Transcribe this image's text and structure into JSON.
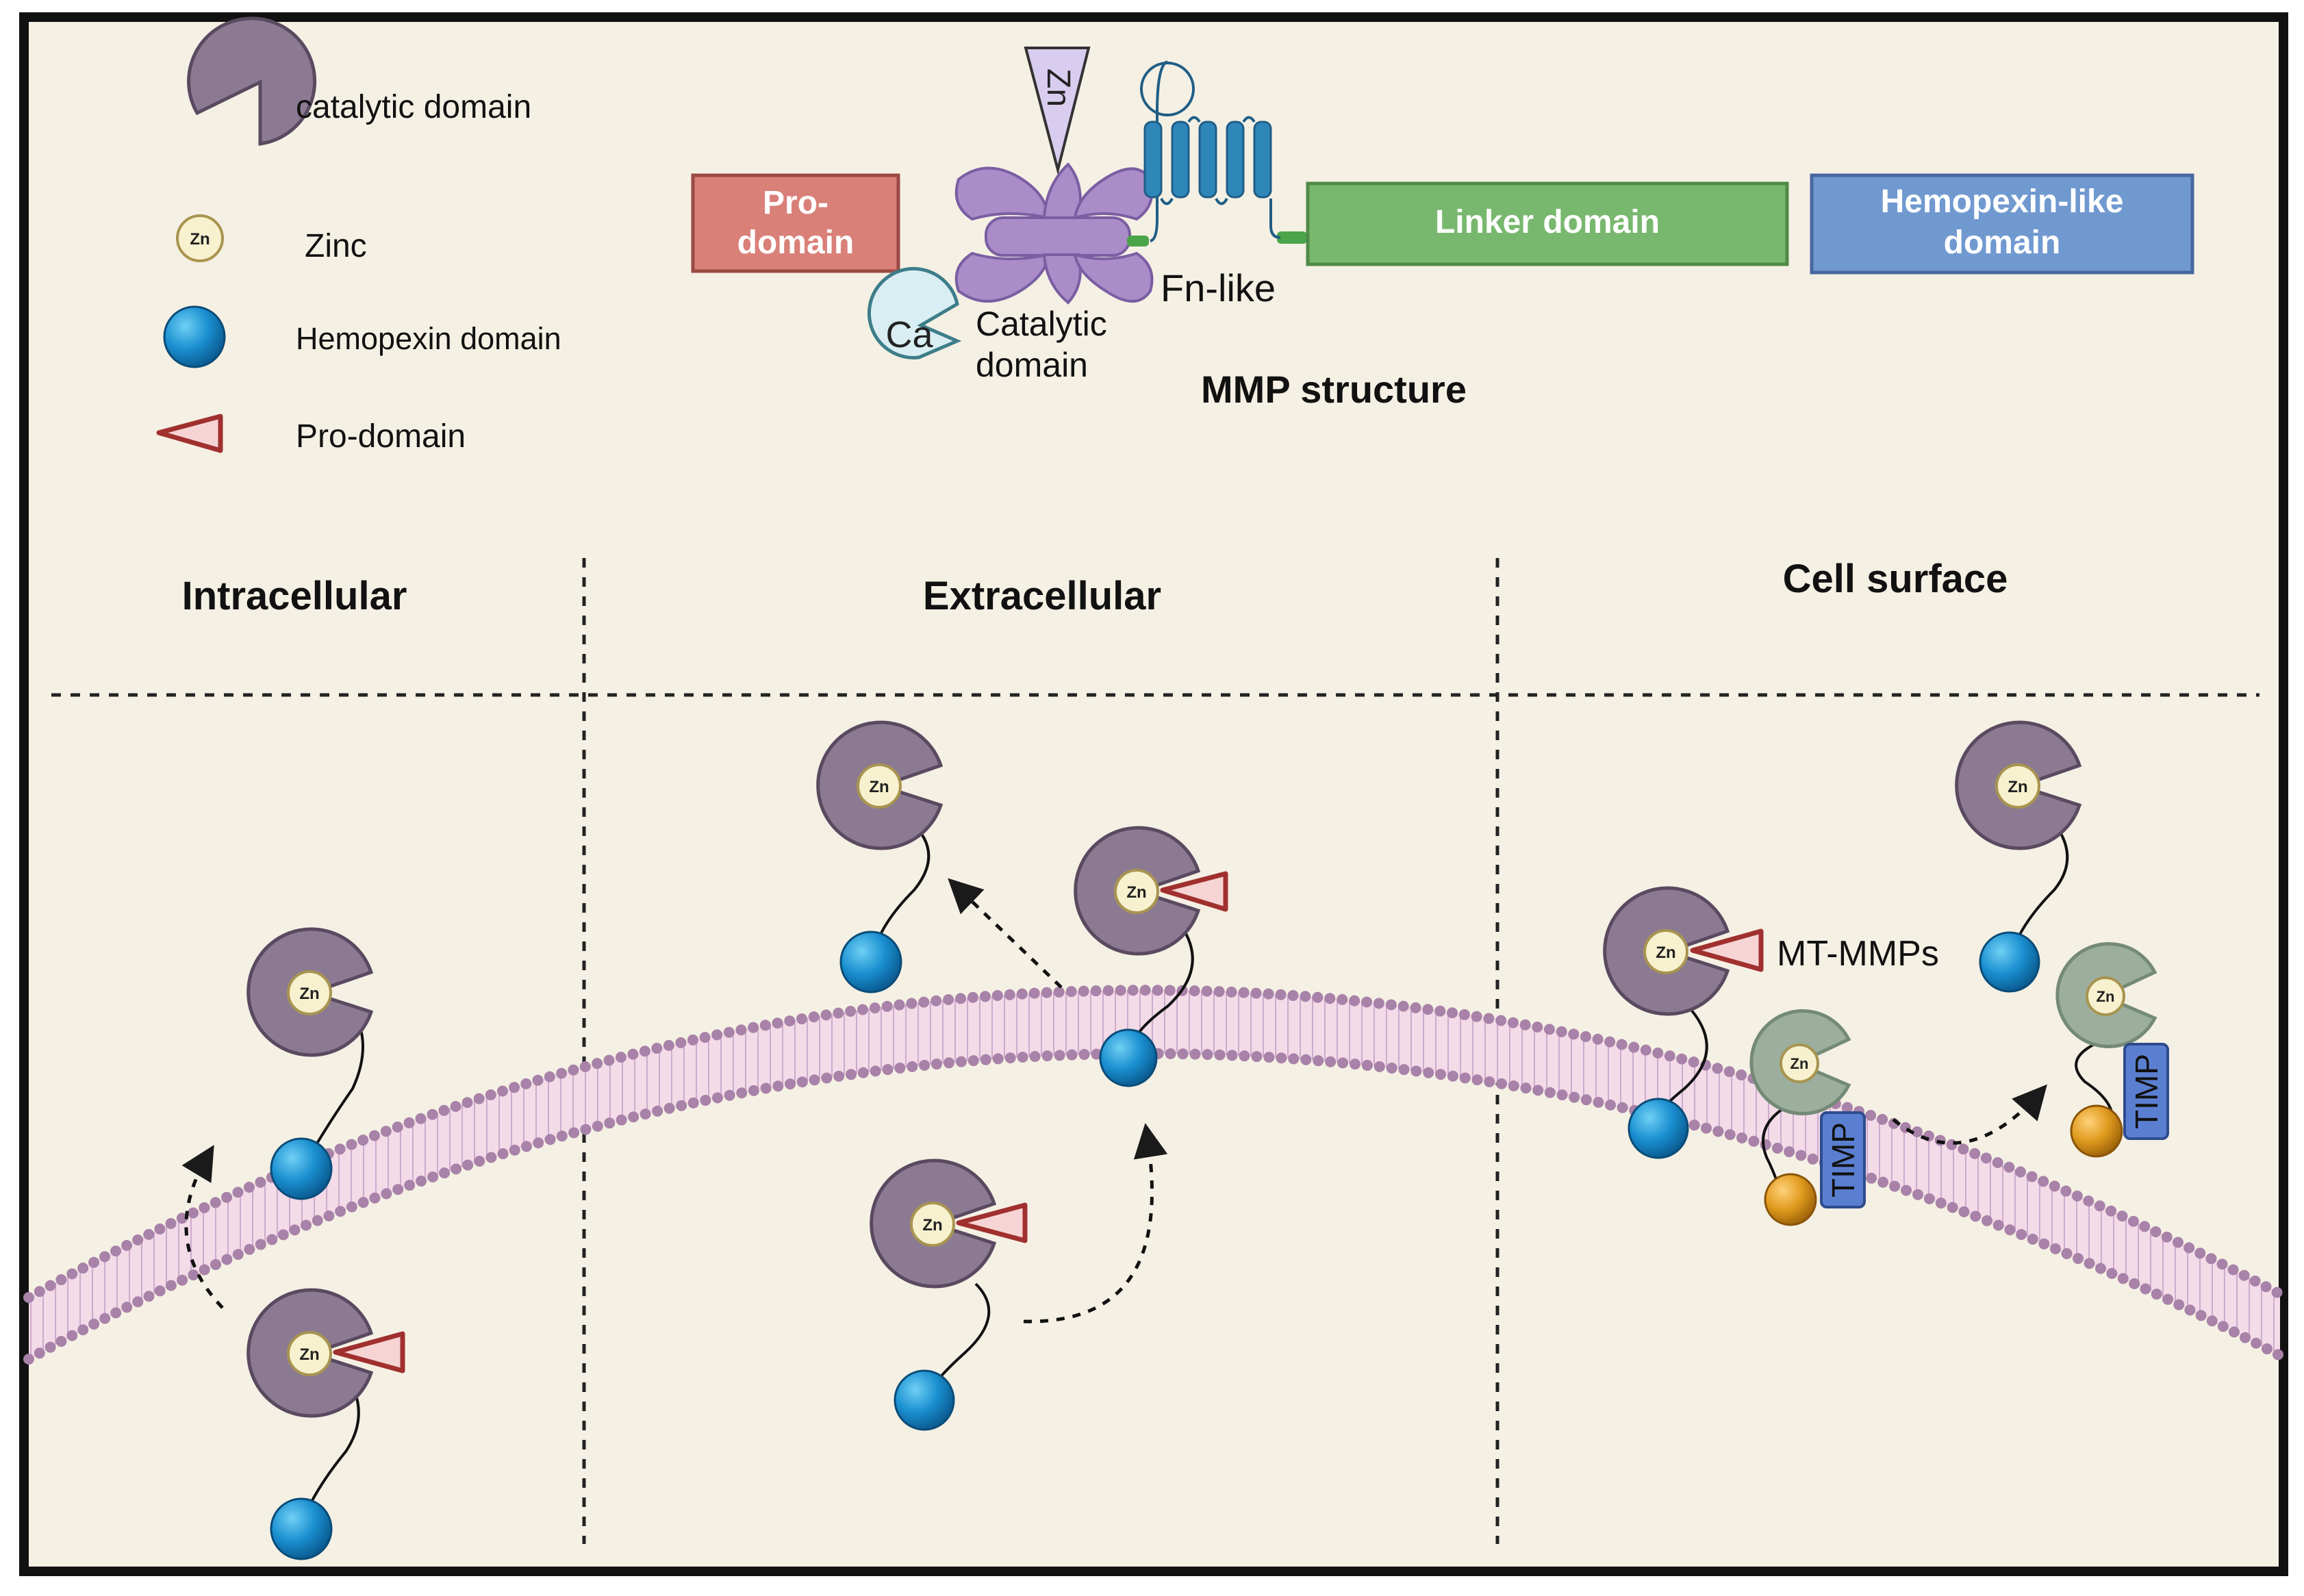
{
  "legend": {
    "catalytic": "catalytic domain",
    "zinc": "Zinc",
    "hemopexin": "Hemopexin domain",
    "prodomain": "Pro-domain"
  },
  "structure": {
    "title": "MMP structure",
    "pro_line1": "Pro-",
    "pro_line2": "domain",
    "catalytic_line1": "Catalytic",
    "catalytic_line2": "domain",
    "ca": "Ca",
    "zn": "Zn",
    "fn": "Fn-like",
    "linker": "Linker domain",
    "hemo_line1": "Hemopexin-like",
    "hemo_line2": "domain"
  },
  "sections": {
    "intracellular": "Intracellular",
    "extracellular": "Extracellular",
    "cell_surface": "Cell surface"
  },
  "labels": {
    "zn": "Zn",
    "mt_mmps": "MT-MMPs",
    "timp": "TIMP"
  },
  "colors": {
    "background": "#f5f0e4",
    "catalytic": "#8c7a93",
    "inhibited": "#9cae9e",
    "hemopexin_ball": "#1e90d0",
    "timp_ball": "#e09a1e",
    "timp_box": "#5b7fd0",
    "pro_box": "#d98078",
    "linker_box": "#78b86e",
    "hemo_box": "#7099d0",
    "membrane": "#a882a8"
  }
}
